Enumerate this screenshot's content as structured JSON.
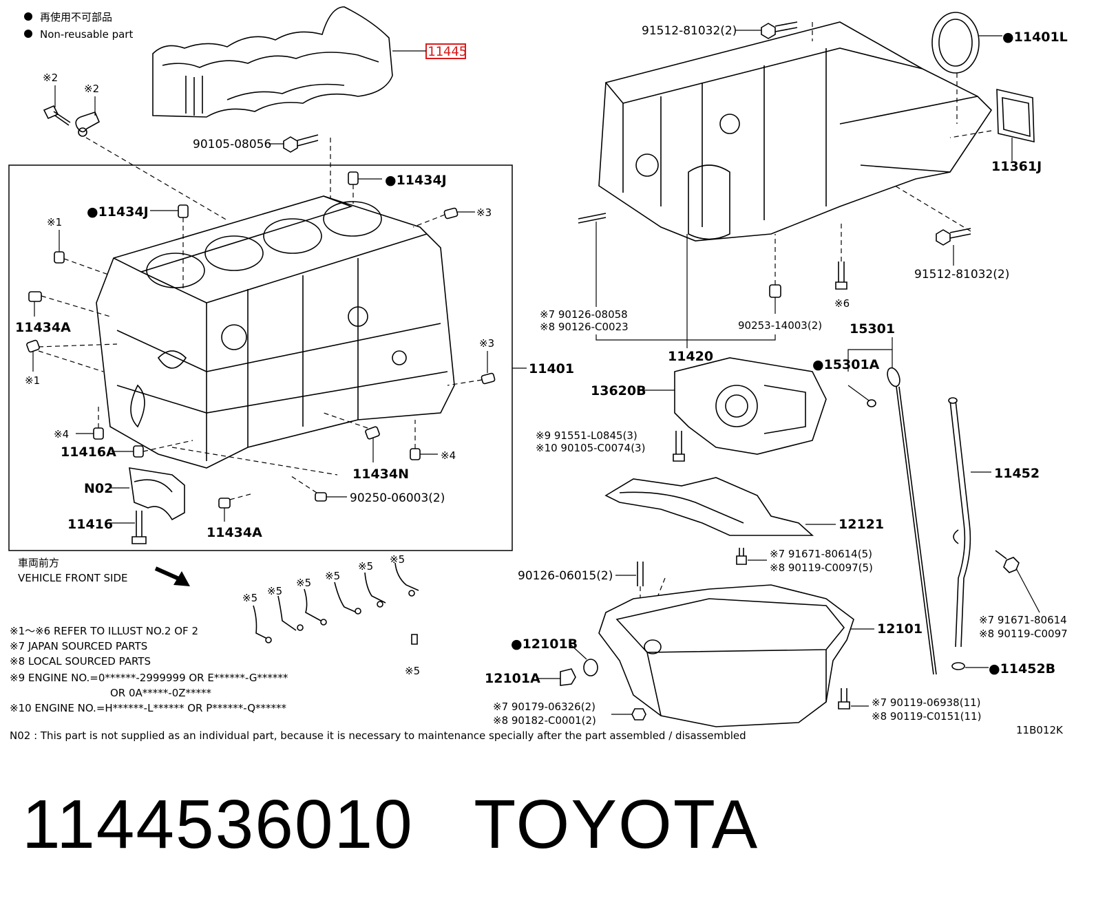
{
  "legend": {
    "non_reusable_jp": "再使用不可部品",
    "non_reusable_en": "Non-reusable part"
  },
  "highlight": {
    "part": "11445"
  },
  "labels": {
    "l_11401L": "●11401L",
    "l_11361J": "11361J",
    "l_91512_top": "91512-81032(2)",
    "l_91512_bot": "91512-81032(2)",
    "l_90105_08056": "90105-08056",
    "l_11434J_a": "●11434J",
    "l_11434J_b": "●11434J",
    "l_x3_a": "※3",
    "l_x3_b": "※3",
    "l_x1_a": "※1",
    "l_x1_b": "※1",
    "l_x2_a": "※2",
    "l_x2_b": "※2",
    "l_11434A_a": "11434A",
    "l_11434A_b": "11434A",
    "l_11401": "11401",
    "l_x4_a": "※4",
    "l_x4_b": "※4",
    "l_11416A": "11416A",
    "l_N02": "N02",
    "l_11416": "11416",
    "l_11434N": "11434N",
    "l_90250": "90250-06003(2)",
    "l_x6": "※6",
    "l_90126_08058": "※7 90126-08058",
    "l_90126_C0023": "※8 90126-C0023",
    "l_90253": "90253-14003(2)",
    "l_11420": "11420",
    "l_15301": "15301",
    "l_15301A": "●15301A",
    "l_13620B": "13620B",
    "l_91551": "※9  91551-L0845(3)",
    "l_90105_C0074": "※10 90105-C0074(3)",
    "l_11452": "11452",
    "l_12121": "12121",
    "l_91671_a": "※7 91671-80614(5)",
    "l_90119_a": "※8 90119-C0097(5)",
    "l_90126_06015": "90126-06015(2)",
    "l_91671_b": "※7 91671-80614",
    "l_90119_b": "※8 90119-C0097",
    "l_12101": "12101",
    "l_12101B": "●12101B",
    "l_12101A": "12101A",
    "l_11452B": "●11452B",
    "l_90179": "※7 90179-06326(2)",
    "l_90182": "※8 90182-C0001(2)",
    "l_90119_06938": "※7 90119-06938(11)",
    "l_90119_C0151": "※8 90119-C0151(11)",
    "l_x5": "※5",
    "front_jp": "車両前方",
    "front_en": "VEHICLE FRONT SIDE",
    "code": "11B012K"
  },
  "notes": [
    "※1～※6  REFER TO ILLUST NO.2 OF 2",
    "※7 JAPAN SOURCED PARTS",
    "※8 LOCAL SOURCED PARTS",
    "※9 ENGINE NO.=0******-2999999 OR E******-G******",
    "OR 0A*****-0Z*****",
    "※10 ENGINE NO.=H******-L****** OR P******-Q******"
  ],
  "footnote": "N02 : This part is not supplied as an individual part, because it is necessary to maintenance specially after the part assembled / disassembled",
  "caption": {
    "part_number": "1144536010",
    "brand": "TOYOTA"
  }
}
